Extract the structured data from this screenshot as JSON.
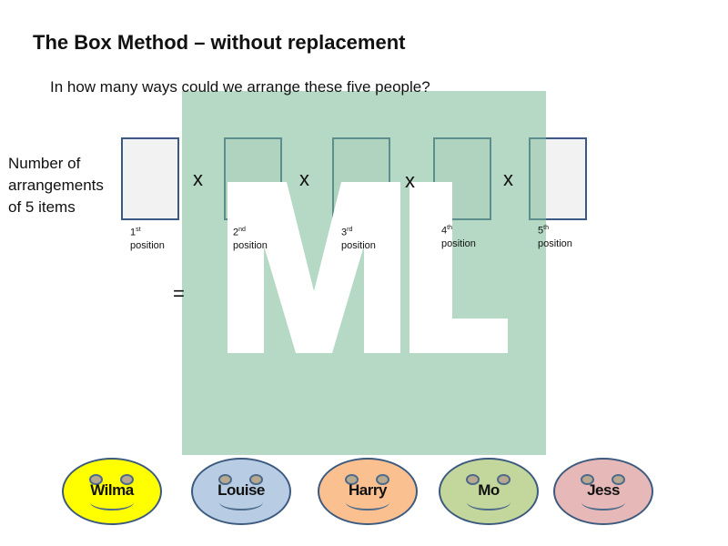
{
  "title": "The Box Method – without replacement",
  "question": "In how many ways could we arrange these five people?",
  "row_label": [
    "Number of",
    "arrangements",
    "of 5 items"
  ],
  "times_symbol": "x",
  "equals_symbol": "=",
  "positions": [
    {
      "num": "1",
      "suffix": "st",
      "label": "position"
    },
    {
      "num": "2",
      "suffix": "nd",
      "label": "position"
    },
    {
      "num": "3",
      "suffix": "rd",
      "label": "position"
    },
    {
      "num": "4",
      "suffix": "th",
      "label": "position"
    },
    {
      "num": "5",
      "suffix": "th",
      "label": "position"
    }
  ],
  "people": [
    {
      "name": "Wilma",
      "color": "#ffff00"
    },
    {
      "name": "Louise",
      "color": "#b8cce4"
    },
    {
      "name": "Harry",
      "color": "#fac090"
    },
    {
      "name": "Mo",
      "color": "#c3d69b"
    },
    {
      "name": "Jess",
      "color": "#e6b9b8"
    }
  ],
  "watermark": "ML"
}
